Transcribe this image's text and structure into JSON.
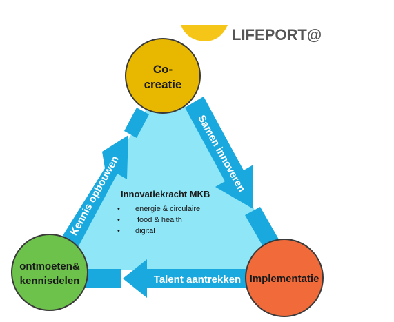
{
  "brand": {
    "name": "LIFEPORT@",
    "text_color": "#555555",
    "logo_color": "#f5c518"
  },
  "center": {
    "title": "Innovatiekracht MKB",
    "items": [
      "energie & circulaire",
      "food & health",
      "digital"
    ],
    "bullet": "•",
    "fill_color": "#8fe6f7"
  },
  "nodes": {
    "top": {
      "line1": "Co-",
      "line2": "creatie",
      "color": "#e8b800"
    },
    "right": {
      "label": "Implementatie",
      "color": "#f06a3a"
    },
    "left": {
      "line1": "ontmoeten&",
      "line2": "kennisdelen",
      "color": "#6cc24a"
    }
  },
  "arrows": {
    "top_to_right": "Samen innoveren",
    "right_to_left": "Talent aantrekken",
    "left_to_top": "Kennis opbouwen",
    "color": "#1aa9df"
  }
}
